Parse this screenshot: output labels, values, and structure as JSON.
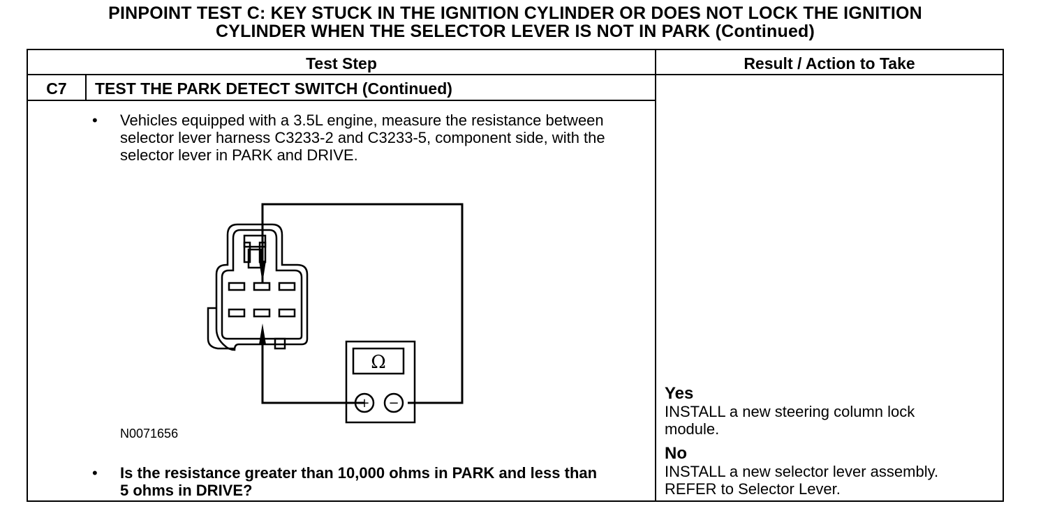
{
  "title": {
    "line1": "PINPOINT TEST C: KEY STUCK IN THE IGNITION CYLINDER OR DOES NOT LOCK THE IGNITION",
    "line2": "CYLINDER WHEN THE SELECTOR LEVER IS NOT IN PARK (Continued)"
  },
  "table": {
    "header_step": "Test Step",
    "header_result": "Result / Action to Take",
    "step_id": "C7",
    "step_title": "TEST THE PARK DETECT SWITCH (Continued)",
    "bullet_symbol": "•",
    "instruction": "Vehicles equipped with a 3.5L engine, measure the resistance between selector lever harness C3233-2 and C3233-5, component side, with the selector lever in PARK and DRIVE.",
    "figure_id": "N0071656",
    "question": "Is the resistance greater than 10,000 ohms in PARK and less than 5 ohms in DRIVE?",
    "meter_symbol": "Ω",
    "meter_plus": "+",
    "meter_minus": "−"
  },
  "result": {
    "yes_label": "Yes",
    "yes_action": "INSTALL a new steering column lock module.",
    "no_label": "No",
    "no_action": "INSTALL a new selector lever assembly. REFER to Selector Lever."
  }
}
